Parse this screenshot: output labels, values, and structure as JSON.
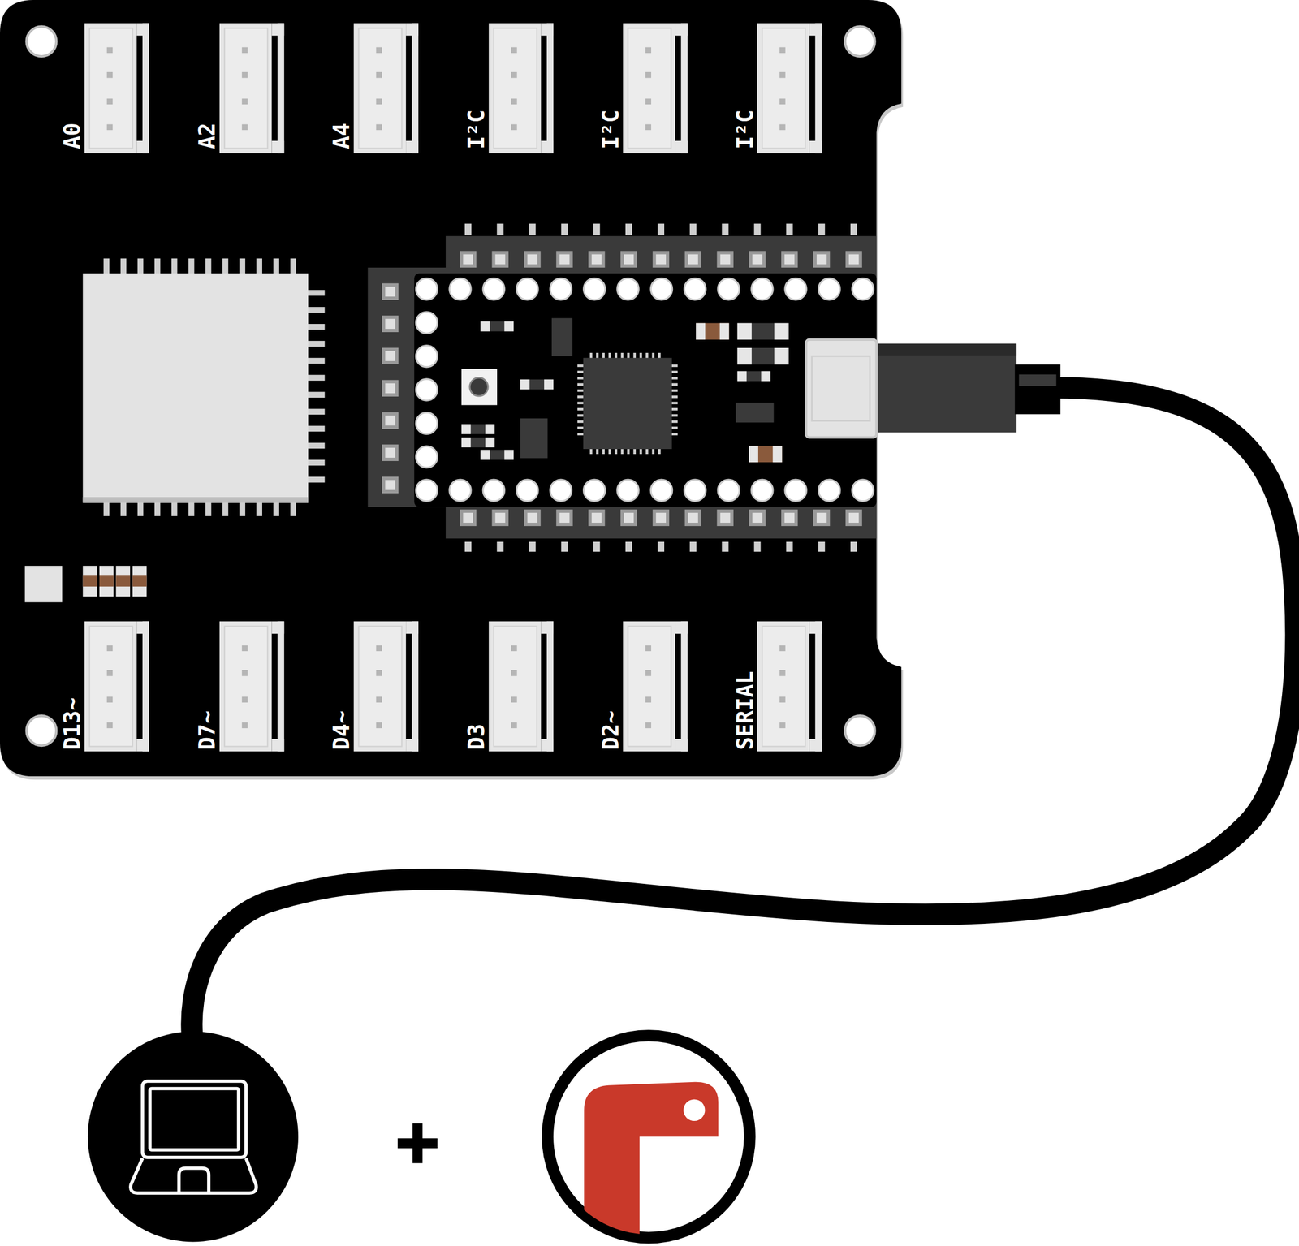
{
  "diagram": {
    "labels": [
      "A0",
      "A2",
      "A4",
      "I²C",
      "I²C",
      "I²C",
      "D13~",
      "D7~",
      "D4~",
      "D3",
      "D2~",
      "SERIAL"
    ]
  }
}
